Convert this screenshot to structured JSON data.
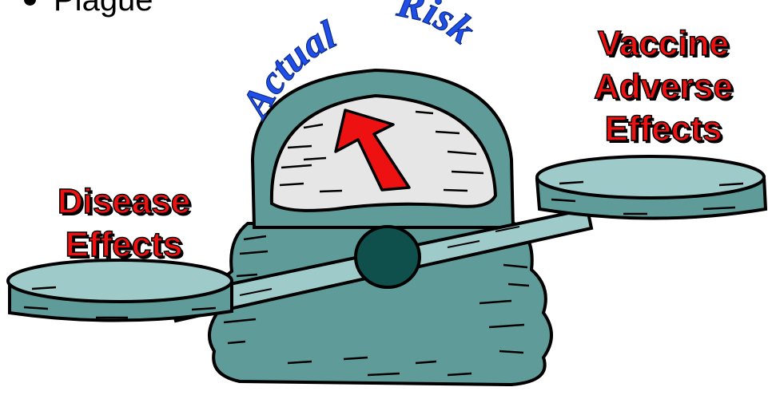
{
  "bullet": {
    "text": "Plague"
  },
  "gauge": {
    "word_left": "Actual",
    "word_right": "Risk"
  },
  "labels": {
    "disease": [
      "Disease",
      "Effects"
    ],
    "vaccine": [
      "Vaccine",
      "Adverse",
      "Effects"
    ]
  },
  "colors": {
    "label_text": "#ee1111",
    "gauge_word": "#1f4fe6",
    "body_teal": "#5f9b98",
    "pan_light": "#9fcaca",
    "dial_face": "#e6e6e6",
    "needle": "#ee1111",
    "pivot": "#0f4f4c",
    "outline": "#000000"
  }
}
